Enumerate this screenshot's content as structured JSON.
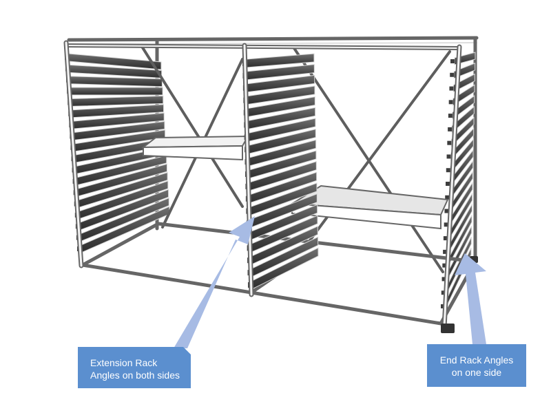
{
  "callouts": [
    {
      "id": "extension",
      "line1": "Extension Rack",
      "line2": "Angles on both sides"
    },
    {
      "id": "end",
      "line1": "End Rack Angles",
      "line2": "on one side"
    }
  ],
  "colors": {
    "callout_fill": "#5b8fcf",
    "arrow_fill": "#a7bbe4",
    "frame": "#555555",
    "slat": "#505050",
    "background": "#ffffff"
  },
  "diagram": {
    "left_section_slats": 18,
    "middle_section_slats": 19,
    "right_section_slats": 19
  }
}
